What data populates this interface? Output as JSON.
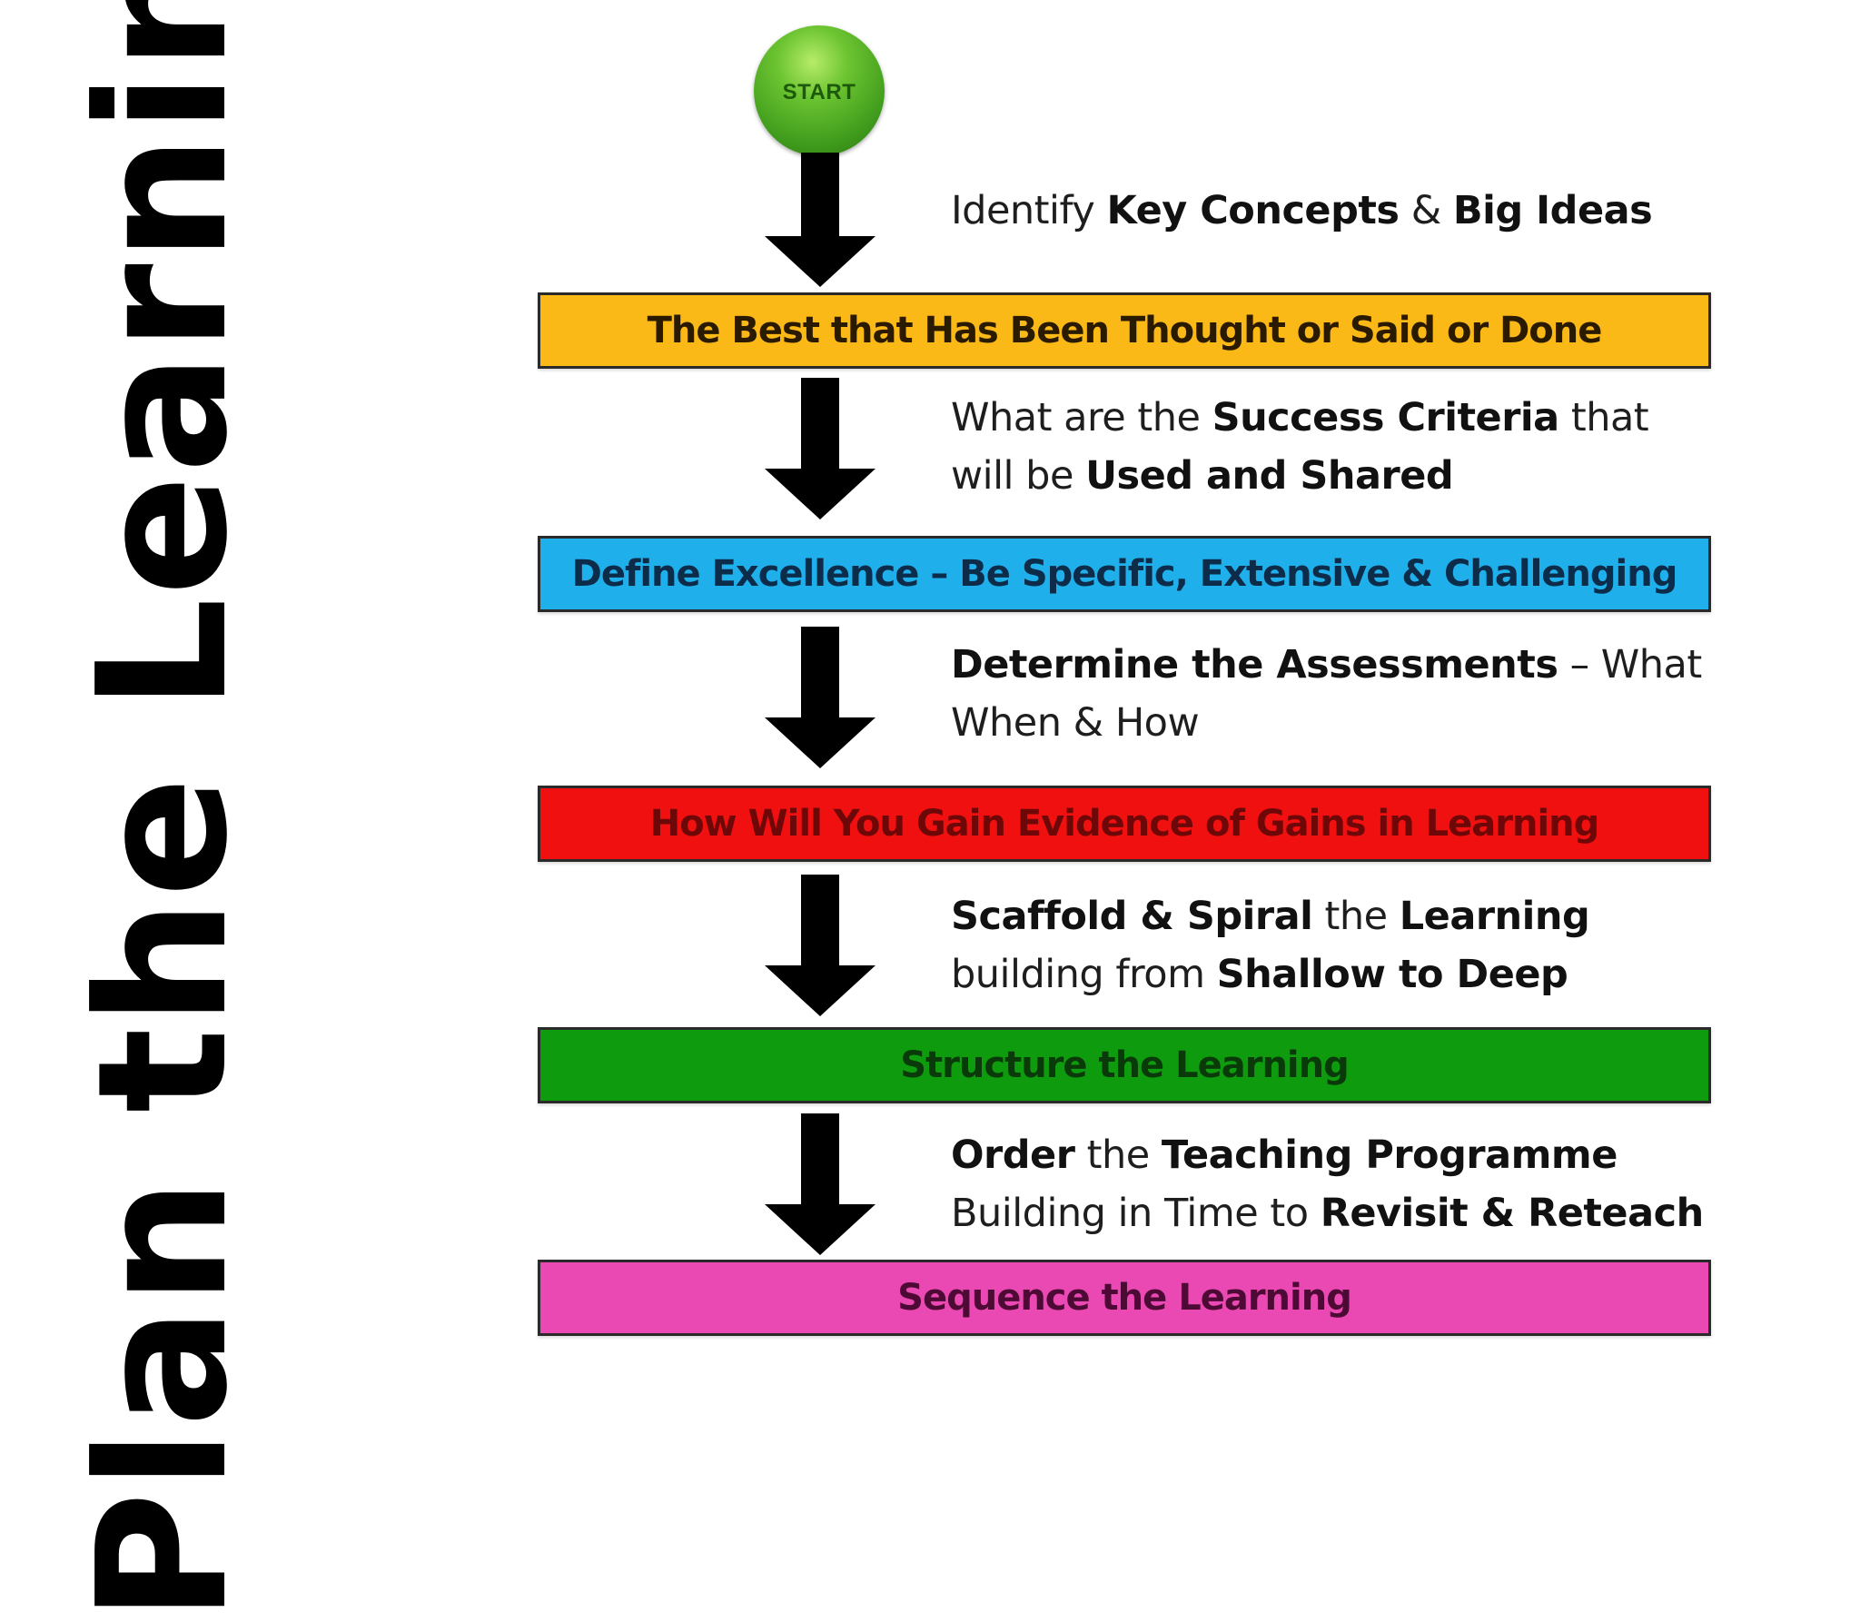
{
  "title": "Plan the Learning",
  "start_label": "START",
  "notes": [
    [
      {
        "t": "Identify ",
        "b": false
      },
      {
        "t": "Key Concepts",
        "b": true
      },
      {
        "t": " & ",
        "b": false
      },
      {
        "t": "Big Ideas",
        "b": true
      }
    ],
    [
      {
        "t": "What are the ",
        "b": false
      },
      {
        "t": "Success Criteria",
        "b": true
      },
      {
        "t": " that",
        "b": false
      },
      {
        "br": true
      },
      {
        "t": "will be ",
        "b": false
      },
      {
        "t": "Used and Shared",
        "b": true
      }
    ],
    [
      {
        "t": "Determine the Assessments",
        "b": true
      },
      {
        "t": " – What",
        "b": false
      },
      {
        "br": true
      },
      {
        "t": "When & How",
        "b": false
      }
    ],
    [
      {
        "t": "Scaffold & Spiral",
        "b": true
      },
      {
        "t": " the ",
        "b": false
      },
      {
        "t": "Learning",
        "b": true
      },
      {
        "br": true
      },
      {
        "t": "building from ",
        "b": false
      },
      {
        "t": "Shallow to Deep",
        "b": true
      }
    ],
    [
      {
        "t": "Order",
        "b": true
      },
      {
        "t": " the ",
        "b": false
      },
      {
        "t": "Teaching Programme",
        "b": true
      },
      {
        "br": true
      },
      {
        "t": "Building in Time to ",
        "b": false
      },
      {
        "t": "Revisit & Reteach",
        "b": true
      }
    ]
  ],
  "steps": [
    {
      "label": "The Best that Has Been Thought or Said or Done",
      "bg": "#fbb917",
      "fg": "#2a1a00"
    },
    {
      "label": "Define Excellence – Be Specific, Extensive & Challenging",
      "bg": "#1fb0ec",
      "fg": "#0d2c4a"
    },
    {
      "label": "How Will You Gain Evidence of Gains in Learning",
      "bg": "#f01010",
      "fg": "#6e0808"
    },
    {
      "label": "Structure the Learning",
      "bg": "#0e9c0e",
      "fg": "#0a3a0a"
    },
    {
      "label": "Sequence the Learning",
      "bg": "#ea49b3",
      "fg": "#4d0a34"
    }
  ]
}
